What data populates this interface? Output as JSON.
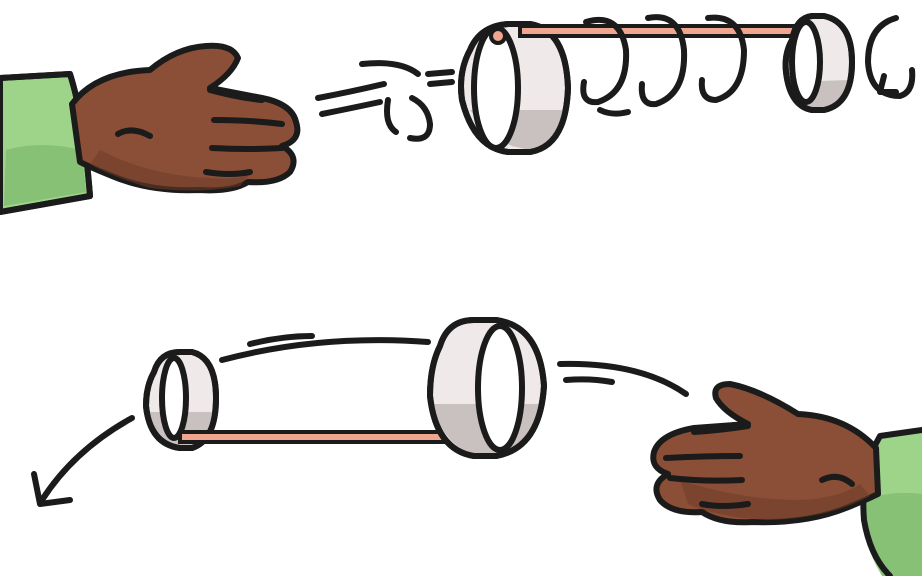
{
  "illustration": {
    "panels": [
      {
        "id": "throw",
        "hand_side": "left",
        "motion": "spin-away"
      },
      {
        "id": "catch",
        "hand_side": "right",
        "motion": "arc-return"
      }
    ],
    "colors": {
      "sleeve": "#9ed38a",
      "sleeve_shade": "#87c176",
      "skin": "#8a4f36",
      "skin_shade": "#6f3c28",
      "ring_light": "#efe9e9",
      "ring_shade": "#c9c0c0",
      "rubber_band": "#f0a58e",
      "outline": "#1b1b1b"
    }
  }
}
